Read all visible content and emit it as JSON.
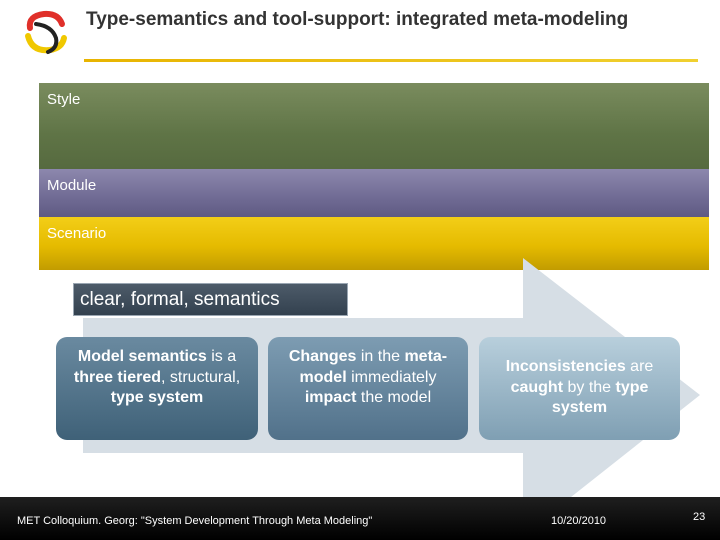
{
  "slide": {
    "title": "Type-semantics and tool-support: integrated meta-modeling",
    "bands": {
      "style": "Style",
      "module": "Module",
      "scenario": "Scenario"
    },
    "arrow_label": "clear, formal, semantics",
    "boxes": [
      {
        "p1": "Model semantics",
        "p2": " is a ",
        "p3": "three tiered",
        "p4": ", structural, ",
        "p5": "type system"
      },
      {
        "p1": "Changes",
        "p2": " in the ",
        "p3": "meta-model",
        "p4": " immediately ",
        "p5": "impact",
        "p6": " the model"
      },
      {
        "p1": "Inconsistencies",
        "p2": " are ",
        "p3": "caught",
        "p4": " by the ",
        "p5": "type system"
      }
    ]
  },
  "footer": {
    "text": "MET Colloquium. Georg: \"System Development Through Meta Modeling\"",
    "date": "10/20/2010",
    "page": "23"
  },
  "colors": {
    "accent_gold": "#e5bb00",
    "style_band": "#5f7446",
    "module_band": "#726d96",
    "arrow": "#d6dee5"
  },
  "icons": {
    "logo": "logo-icon"
  }
}
